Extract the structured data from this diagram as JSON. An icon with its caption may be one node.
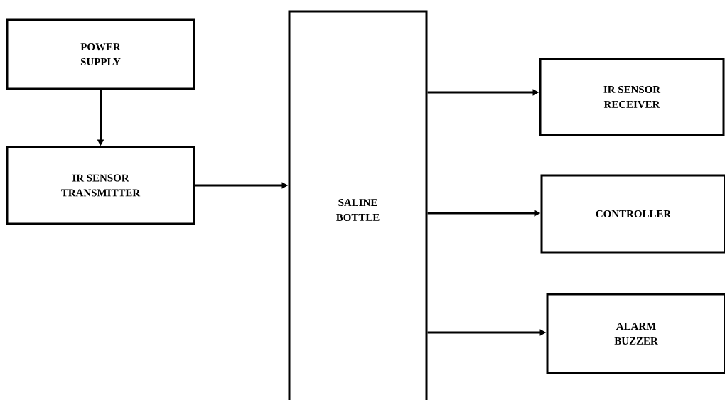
{
  "diagram": {
    "nodes": [
      {
        "text": [
          "POWER SUPPLY"
        ]
      },
      {
        "text": [
          "IR SENSOR TRANSMITTER"
        ]
      },
      {
        "text": [
          "SALINE BOTTLE"
        ]
      },
      {
        "text": [
          "IR SENSOR RECEIVER"
        ]
      },
      {
        "text": [
          "CONTROLLER"
        ]
      },
      {
        "text": [
          "ALARM BUZZER"
        ]
      }
    ],
    "edges": [
      {
        "from": 0,
        "to": 1,
        "arrow": "to"
      },
      {
        "from": 1,
        "to": 2,
        "arrow": "to"
      },
      {
        "from": 2,
        "to": 3,
        "arrow": "to"
      },
      {
        "from": 2,
        "to": 4,
        "arrow": "to"
      },
      {
        "from": 2,
        "to": 5,
        "arrow": "to"
      }
    ]
  }
}
